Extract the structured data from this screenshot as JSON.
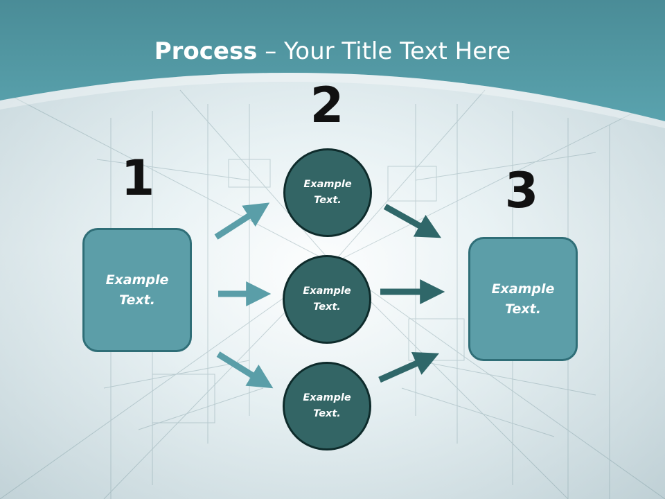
{
  "title": {
    "bold": "Process",
    "rest": " – Your Title Text Here"
  },
  "steps": {
    "one": "1",
    "two": "2",
    "three": "3"
  },
  "left_box": "Example Text.",
  "right_box": "Example Text.",
  "circles": [
    "Example Text.",
    "Example Text.",
    "Example Text."
  ],
  "colors": {
    "header": "#4f97a3",
    "box_fill": "#5c9ea8",
    "circle_fill": "#336565",
    "arrow_left": "#5a9ea8",
    "arrow_right": "#2f6769"
  }
}
